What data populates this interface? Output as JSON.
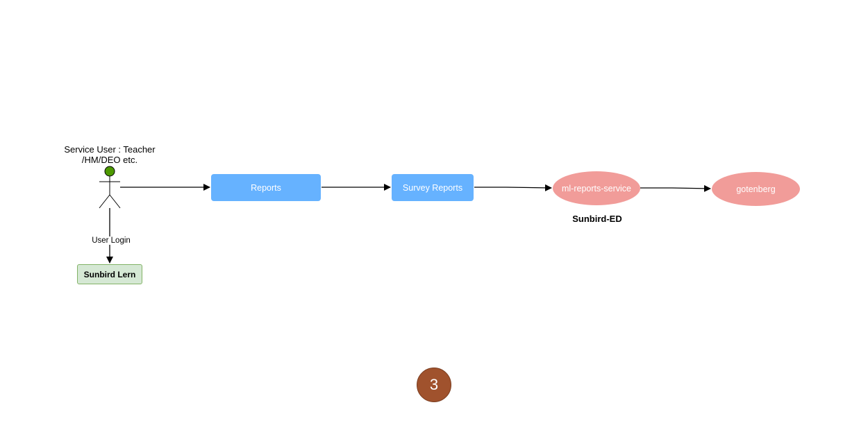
{
  "actor": {
    "label_line1": "Service User : Teacher",
    "label_line2": "/HM/DEO etc.",
    "head_color": "#4d9900"
  },
  "edge_labels": {
    "user_login": "User Login"
  },
  "nodes": {
    "reports": "Reports",
    "survey_reports": "Survey Reports",
    "ml_reports_service": "ml-reports-service",
    "gotenberg": "gotenberg",
    "sunbird_lern": "Sunbird Lern"
  },
  "groups": {
    "sunbird_ed": "Sunbird-ED"
  },
  "page_badge": "3",
  "colors": {
    "blue_node": "#66b2ff",
    "pink_node": "#f19c99",
    "green_node_fill": "#d5e8d4",
    "green_node_border": "#82b366",
    "badge": "#a0522d"
  }
}
